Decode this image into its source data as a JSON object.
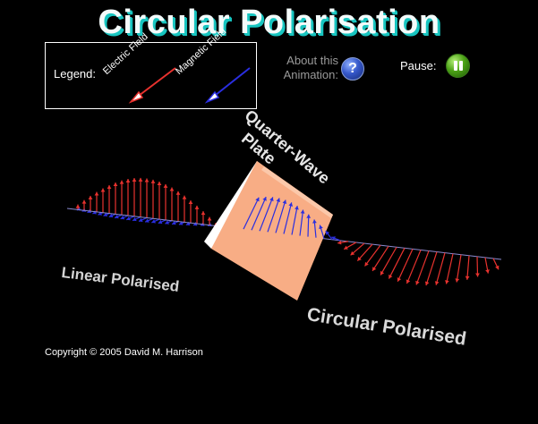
{
  "title": "Circular Polarisation",
  "legend": {
    "label": "Legend:",
    "electric_field": "Electric Field",
    "magnetic_field": "Magnetic Field"
  },
  "about": {
    "line1": "About this",
    "line2": "Animation:",
    "button_glyph": "?"
  },
  "pause": {
    "label": "Pause:"
  },
  "scene": {
    "quarter_wave_line1": "Quarter-Wave",
    "quarter_wave_line2": "Plate",
    "linear_polarised": "Linear Polarised",
    "circular_polarised": "Circular Polarised"
  },
  "copyright": "Copyright © 2005 David M. Harrison",
  "colors": {
    "electric": "#e8322e",
    "magnetic": "#2a2ee0",
    "title_shadow": "#17c5c0",
    "plate": "#f8ad85",
    "plate_edge": "#ffffff"
  }
}
